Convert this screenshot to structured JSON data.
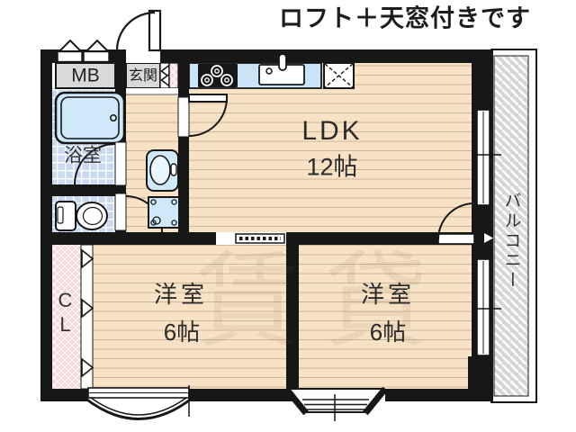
{
  "title": "ロフト＋天窓付きです",
  "watermark": "賃貸",
  "rooms": {
    "meter_box": {
      "label": "MB"
    },
    "entrance": {
      "label": "玄関"
    },
    "bathroom": {
      "label": "浴室"
    },
    "ldk": {
      "label": "LDK",
      "size": "12帖"
    },
    "bedroom_left": {
      "label": "洋室",
      "size": "6帖"
    },
    "bedroom_right": {
      "label": "洋室",
      "size": "6帖"
    },
    "closet": {
      "label": "CL"
    },
    "balcony": {
      "label": "バルコニー"
    }
  },
  "colors": {
    "wall": "#171717",
    "wood_floor": "#f8e2c5",
    "wood_line": "#cdb092",
    "tile_blue": "#c9daf2",
    "fixture_blue": "#cfe9fb",
    "counter_blue": "#c9e4f8",
    "closet_pink": "#f6d6d8",
    "utility_gray": "#d9d9d9",
    "balcony_gray": "#d7d7d7"
  }
}
